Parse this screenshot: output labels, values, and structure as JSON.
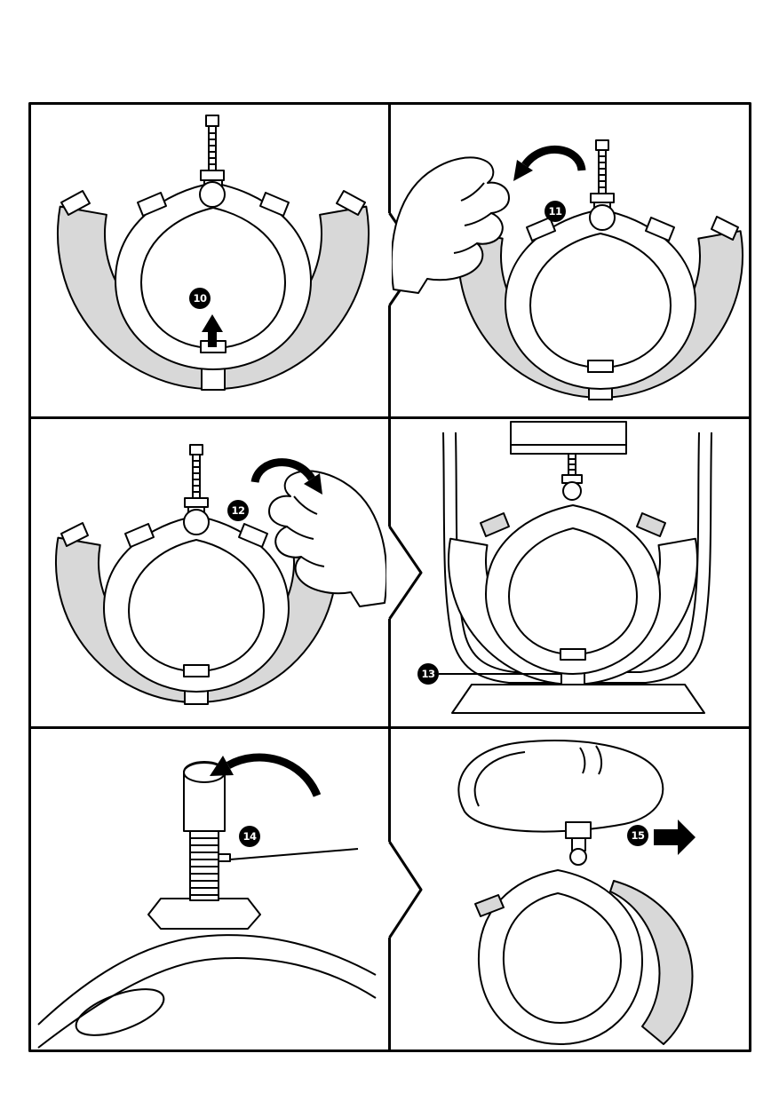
{
  "page": {
    "background": "#ffffff",
    "line_color": "#000000",
    "shade_color": "#d8d8d8"
  },
  "figure": {
    "type": "assembly-instruction-sheet",
    "layout": "2-column-3-row-panel-grid",
    "connector_icon": "next-step-chevron"
  },
  "steps": [
    {
      "number": "10",
      "arrow_icon": "up-arrow"
    },
    {
      "number": "11",
      "arrow_icon": "rotate-counterclockwise-arrow"
    },
    {
      "number": "12",
      "arrow_icon": "rotate-clockwise-arrow"
    },
    {
      "number": "13",
      "arrow_icon": "leader-line"
    },
    {
      "number": "14",
      "arrow_icon": "rotate-counterclockwise-arrow"
    },
    {
      "number": "15",
      "arrow_icon": "push-right-arrow"
    }
  ]
}
